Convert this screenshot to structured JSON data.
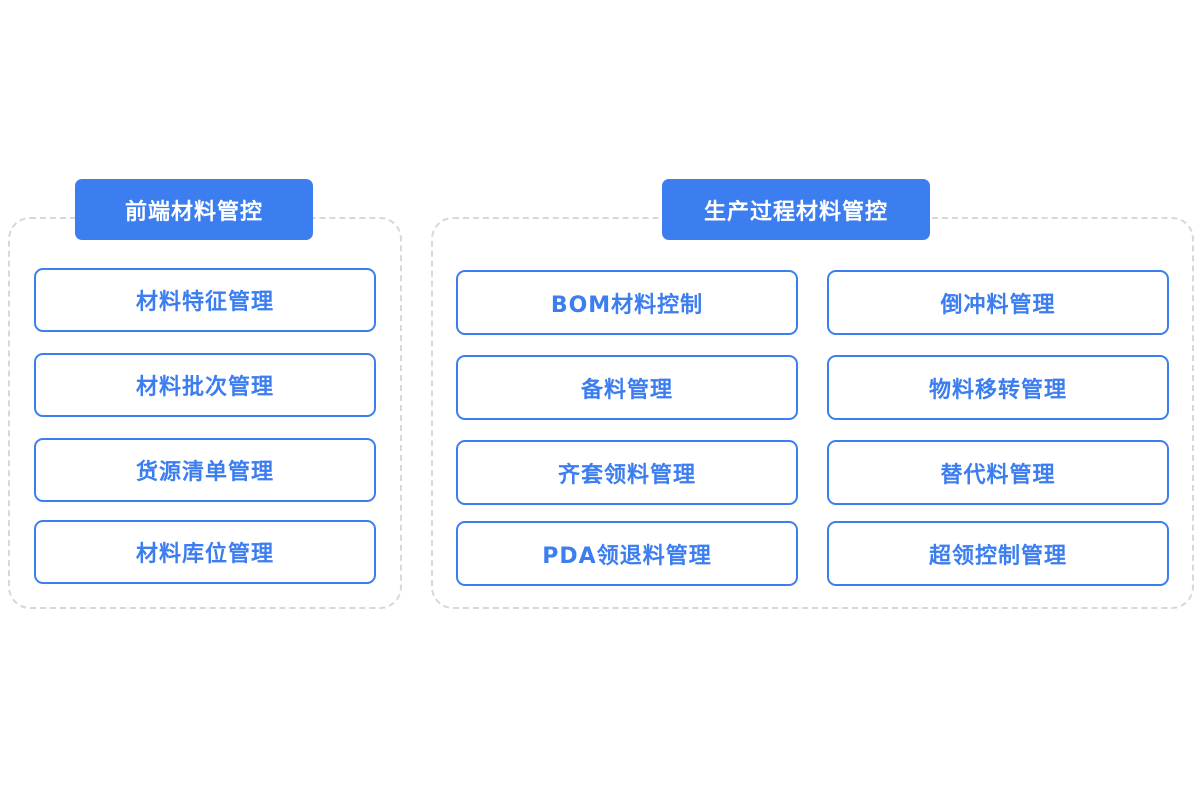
{
  "left_group": {
    "title": "前端材料管控",
    "items": [
      "材料特征管理",
      "材料批次管理",
      "货源清单管理",
      "材料库位管理"
    ]
  },
  "right_group": {
    "title": "生产过程材料管控",
    "items_col1": [
      "BOM材料控制",
      "备料管理",
      "齐套领料管理",
      "PDA领退料管理"
    ],
    "items_col2": [
      "倒冲料管理",
      "物料移转管理",
      "替代料管理",
      "超领控制管理"
    ]
  },
  "colors": {
    "accent": "#3c7ef0",
    "dashed_border": "#d5d8de",
    "background": "#ffffff"
  }
}
